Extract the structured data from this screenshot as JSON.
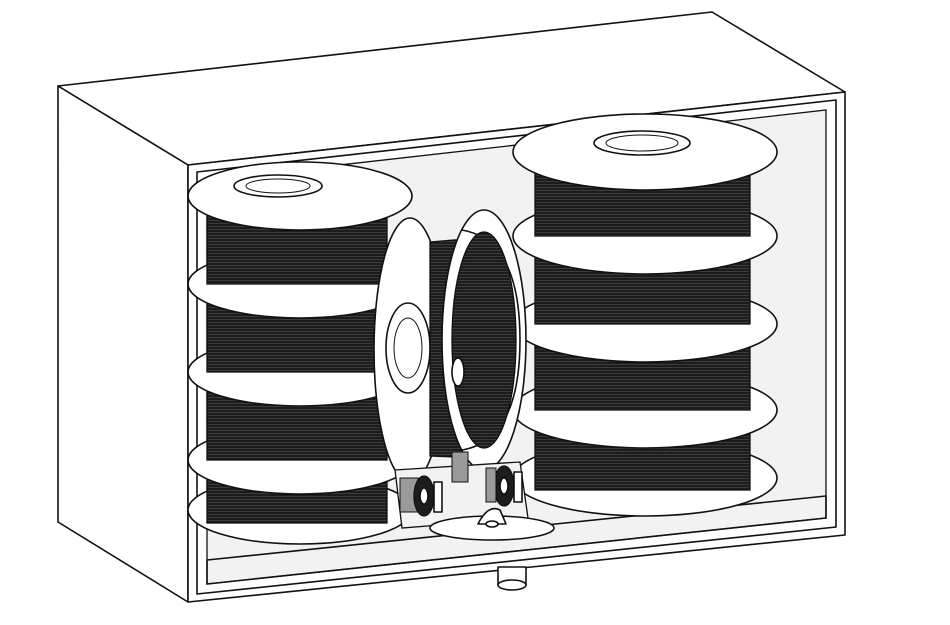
{
  "figure": {
    "subject": "filament-dry-box-line-drawing",
    "colors": {
      "line": "#111111",
      "filament": "#1c1c1c",
      "filament_hatch": "#4a4a4a",
      "spool_flange": "#ffffff",
      "background": "#ffffff"
    },
    "left_stack_spool_count": 4,
    "right_stack_spool_count": 4,
    "front_spool_count": 1,
    "roller_pair_count": 2
  }
}
